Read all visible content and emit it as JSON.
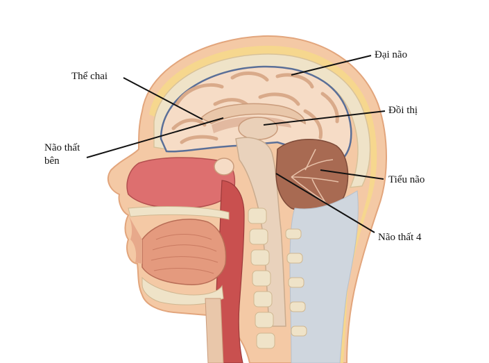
{
  "labels": {
    "cerebrum": "Đại não",
    "corpus_callosum": "Thể chai",
    "thalamus": "Đồi thị",
    "lateral_ventricle_line1": "Não thất",
    "lateral_ventricle_line2": "bên",
    "cerebellum": "Tiểu não",
    "fourth_ventricle": "Não thất 4"
  },
  "colors": {
    "skin": "#f4c9a5",
    "skin_edge": "#e2a57c",
    "fat": "#f6d98a",
    "bone": "#efe3c8",
    "brain": "#f6dcc6",
    "gyri": "#d9aa8a",
    "cerebellum": "#a86a52",
    "brainstem": "#e9d2bc",
    "nasal": "#dd6f6f",
    "tongue": "#e49a7e",
    "pharynx": "#c9504f",
    "neck_muscle": "#cfd6de",
    "dura": "#5a6f98",
    "leader": "#111111"
  }
}
